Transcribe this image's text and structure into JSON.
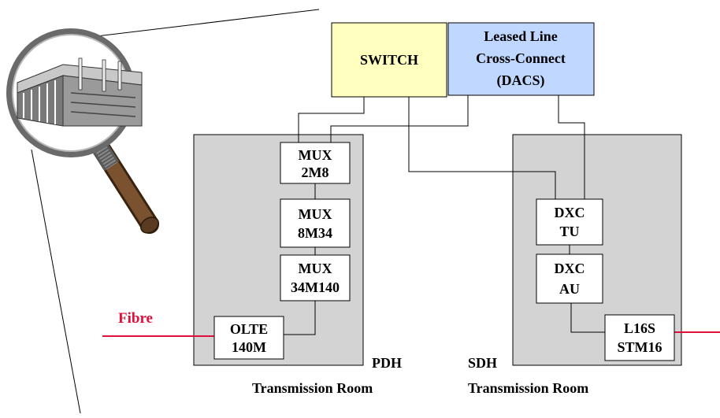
{
  "boxes": {
    "switch": {
      "label": "SWITCH",
      "fill": "#ffffc0"
    },
    "dacs": {
      "lines": [
        "Leased Line",
        "Cross-Connect",
        "(DACS)"
      ],
      "fill": "#c0d8ff"
    },
    "mux_2m8": {
      "lines": [
        "MUX",
        "2M8"
      ]
    },
    "mux_8m34": {
      "lines": [
        "MUX",
        "8M34"
      ]
    },
    "mux_34m140": {
      "lines": [
        "MUX",
        "34M140"
      ]
    },
    "olte": {
      "lines": [
        "OLTE",
        "140M"
      ]
    },
    "dxc_tu": {
      "lines": [
        "DXC",
        "TU"
      ]
    },
    "dxc_au": {
      "lines": [
        "DXC",
        "AU"
      ]
    },
    "l16s": {
      "lines": [
        "L16S",
        "STM16"
      ]
    }
  },
  "rooms": {
    "pdh": {
      "short": "PDH",
      "name": "Transmission Room"
    },
    "sdh": {
      "short": "SDH",
      "name": "Transmission Room"
    }
  },
  "fibre_label": "Fibre",
  "colors": {
    "room_fill": "#d3d3d3",
    "fibre": "#e0103c",
    "line": "#000000",
    "box_fill": "#ffffff"
  }
}
